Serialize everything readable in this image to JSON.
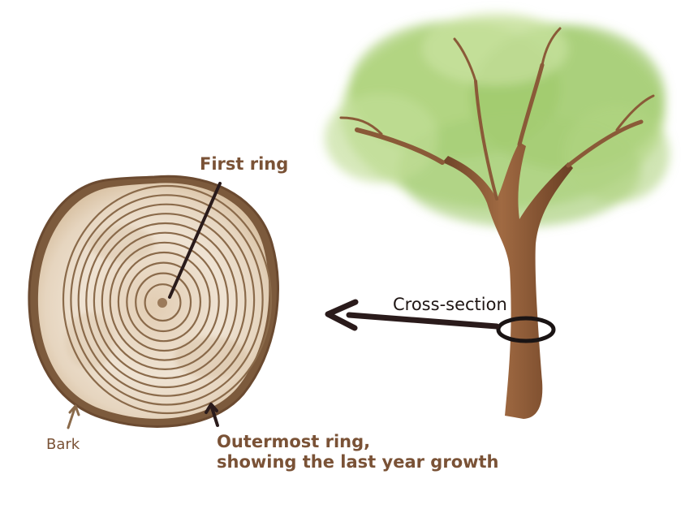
{
  "labels": {
    "first_ring": "First ring",
    "cross_section": "Cross-section",
    "bark": "Bark",
    "outermost_ring_line1": "Outermost ring,",
    "outermost_ring_line2": "showing the last year growth"
  },
  "colors": {
    "label_brown": "#7a5236",
    "arrow_dark": "#2a1b1b",
    "bark": "#7c5a3c",
    "wood": "#eadbc8",
    "ring_line": "#8a6a4a",
    "foliage": "#9cc86a",
    "trunk": "#8a5a38"
  },
  "diagram": {
    "ring_count": 11
  }
}
